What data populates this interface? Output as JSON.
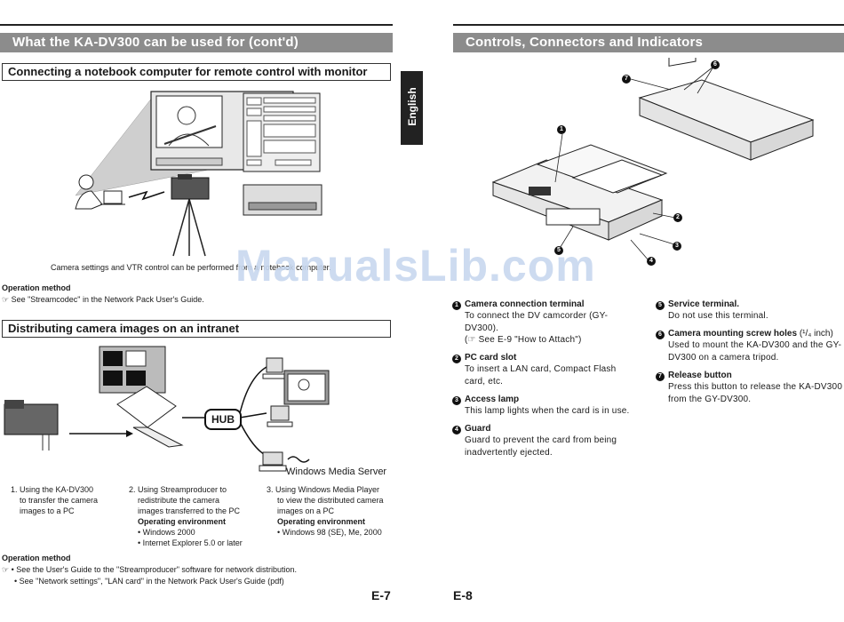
{
  "left": {
    "header": "What the KA-DV300 can be used for (cont'd)",
    "section1": {
      "title": "Connecting a notebook computer for remote control with monitor",
      "caption": "Camera settings and VTR control can be performed from a notebook computer.",
      "op_method_label": "Operation method",
      "op_method_text": "See \"Streamcodec\" in the Network Pack User's Guide."
    },
    "section2": {
      "title": "Distributing camera images on an intranet",
      "hub_label": "HUB",
      "server_label": "Windows Media Server",
      "steps": [
        {
          "lines": [
            "1. Using the KA-DV300",
            "to transfer the camera",
            "images to a PC"
          ]
        },
        {
          "lines": [
            "2. Using Streamproducer to",
            "redistribute the camera",
            "images transferred to the PC"
          ],
          "env_label": "Operating environment",
          "env": [
            "• Windows 2000",
            "• Internet Explorer 5.0 or later"
          ]
        },
        {
          "lines": [
            "3. Using Windows Media Player",
            "to view the distributed camera",
            "images on a PC"
          ],
          "env_label": "Operating environment",
          "env": [
            "• Windows 98 (SE), Me, 2000"
          ]
        }
      ],
      "op_method_label": "Operation method",
      "op_lines": [
        "• See the User's Guide to the \"Streamproducer\" software for network distribution.",
        "• See \"Network settings\", \"LAN card\" in the Network Pack User's Guide (pdf)"
      ]
    },
    "page_number": "E-7"
  },
  "side_tab": "English",
  "right": {
    "header": "Controls, Connectors and Indicators",
    "callouts": [
      "1",
      "2",
      "3",
      "4",
      "5",
      "6",
      "7"
    ],
    "items": [
      {
        "num": "1",
        "title": "Camera connection terminal",
        "body": [
          "To connect the DV camcorder (GY-",
          "DV300).",
          "(☞ See E-9 \"How to Attach\")"
        ]
      },
      {
        "num": "2",
        "title": "PC card slot",
        "body": [
          "To insert a LAN card, Compact Flash",
          "card, etc."
        ]
      },
      {
        "num": "3",
        "title": "Access lamp",
        "body": [
          "This lamp lights when the card is in use."
        ]
      },
      {
        "num": "4",
        "title": "Guard",
        "body": [
          "Guard to prevent the card from being",
          "inadvertently ejected."
        ]
      },
      {
        "num": "5",
        "title": "Service terminal.",
        "body": [
          "Do not use this terminal."
        ]
      },
      {
        "num": "6",
        "title": "Camera mounting screw holes",
        "title_suffix": " (¹/₄ inch)",
        "body": [
          "Used to mount the KA-DV300 and the GY-",
          "DV300 on a camera tripod."
        ]
      },
      {
        "num": "7",
        "title": "Release button",
        "body": [
          "Press this button to release the KA-DV300",
          "from the GY-DV300."
        ]
      }
    ],
    "page_number": "E-8"
  },
  "watermark": "ManualsLib.com"
}
